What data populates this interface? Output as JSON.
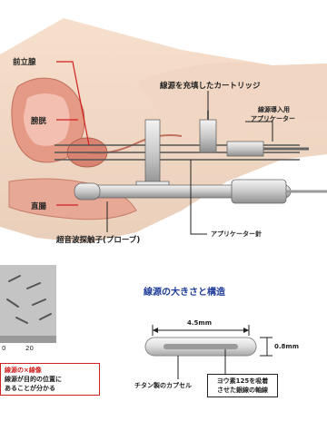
{
  "labels": {
    "prostate": "前立腺",
    "bladder": "膀胱",
    "rectum": "直腸",
    "cartridge": "線源を充填したカートリッジ",
    "applicator": "線源導入用",
    "applicator2": "アプリケーター",
    "probe": "超音波探触子(プローブ)",
    "needle": "アプリケーター針"
  },
  "detail": {
    "title": "線源の大きさと構造",
    "length": "4.5mm",
    "diameter": "0.8mm",
    "capsule": "チタン製のカプセル",
    "core_line1": "ヨウ素125を吸着",
    "core_line2": "させた銀線の軸線"
  },
  "xray": {
    "tick_left": "0",
    "tick_right": "20"
  },
  "note": {
    "line1_a": "線源の",
    "line1_b": "×",
    "line1_c": "線像",
    "line2": "線源が目的の位置に",
    "line3": "あることが分かる"
  }
}
